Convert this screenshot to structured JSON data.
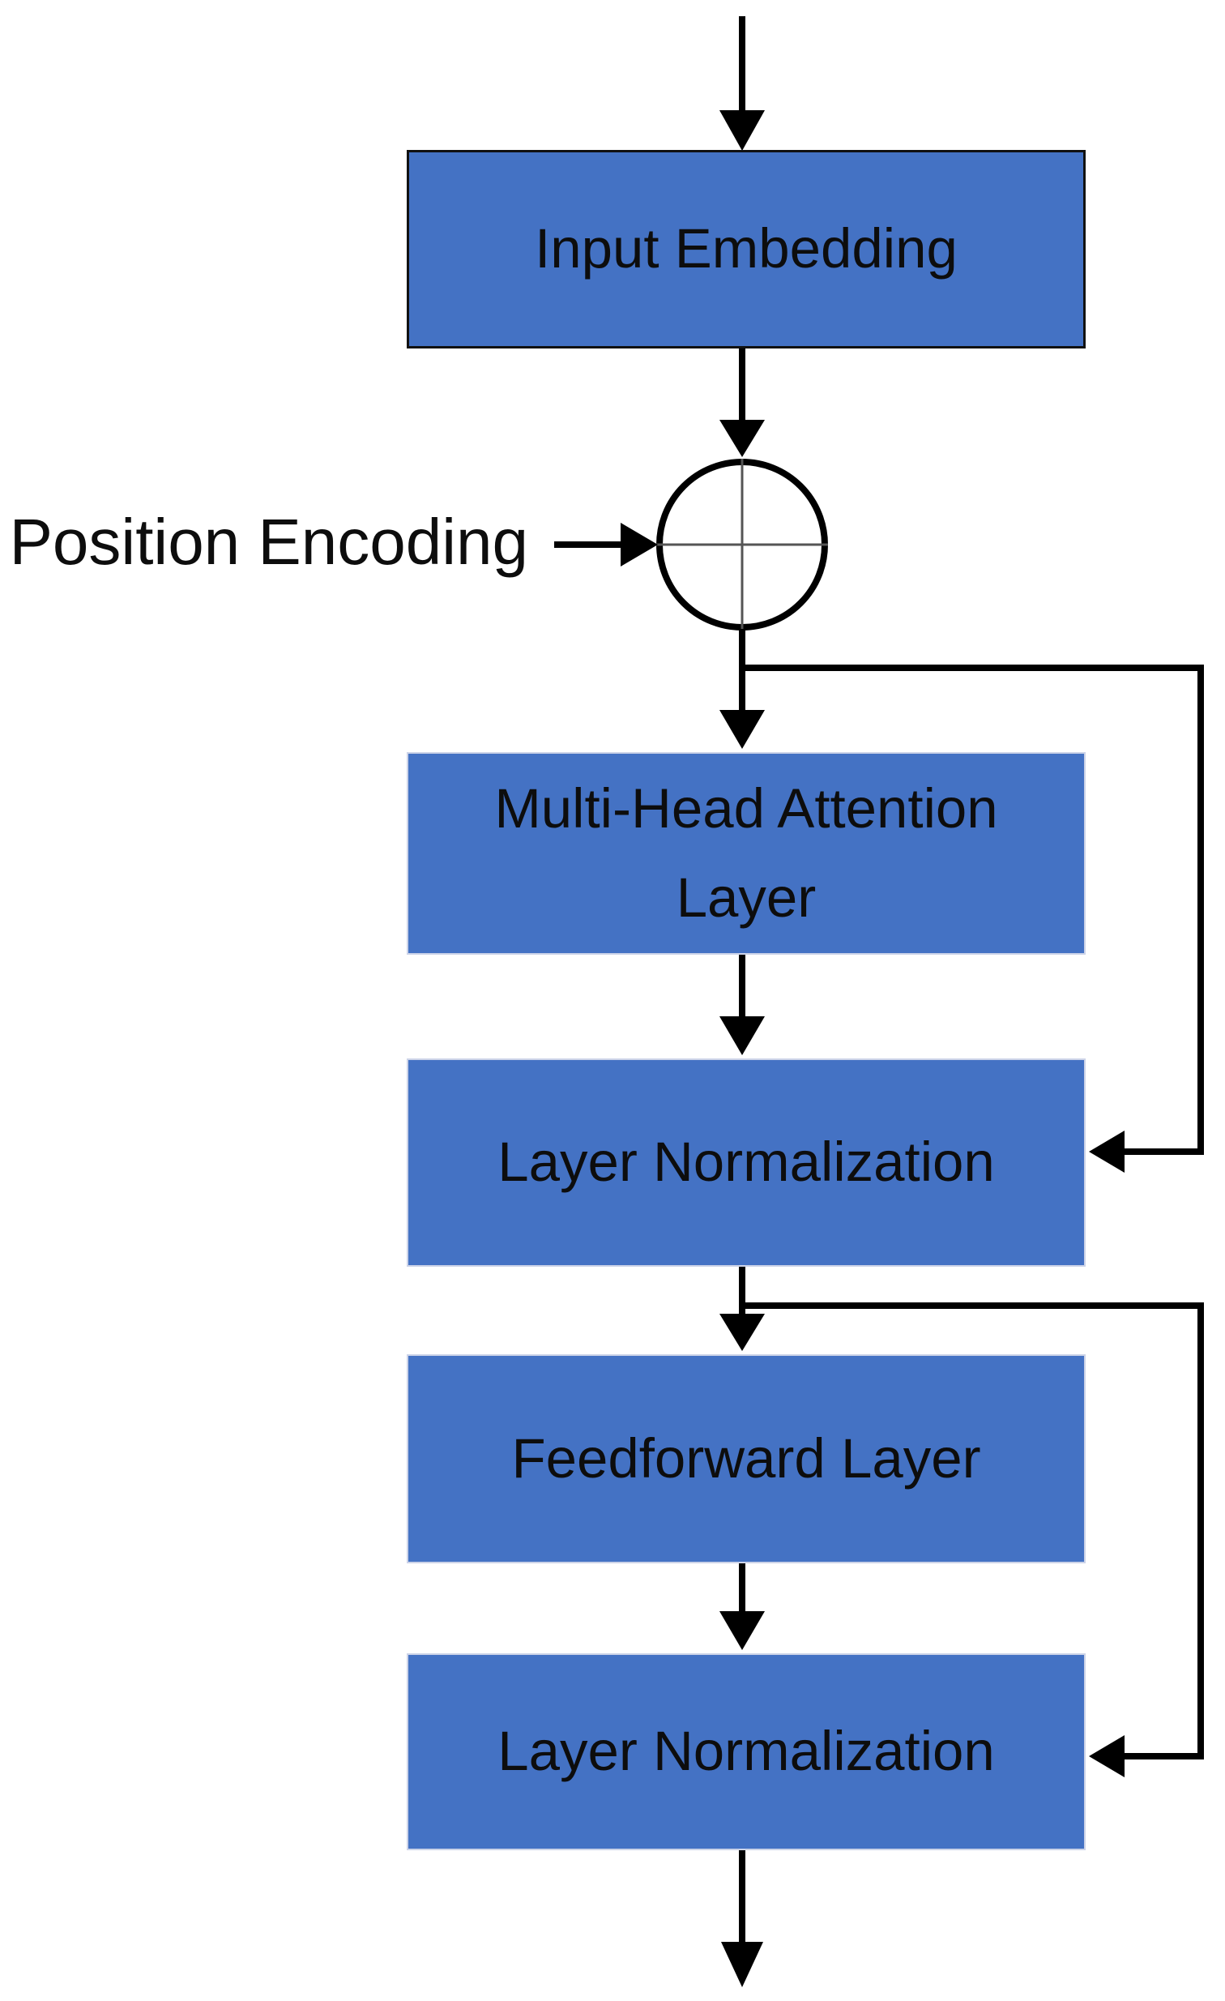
{
  "diagram": {
    "colors": {
      "node_fill": "#4472c4",
      "node_border_dark": "#111111",
      "node_border_light": "#ccd3e8",
      "line": "#000000",
      "text": "#0d0d0d",
      "background": "#ffffff"
    },
    "nodes": [
      {
        "id": "input-embedding",
        "label": "Input Embedding"
      },
      {
        "id": "multi-head-attention",
        "label": "Multi-Head Attention Layer"
      },
      {
        "id": "layer-normalization-1",
        "label": "Layer Normalization"
      },
      {
        "id": "feedforward",
        "label": "Feedforward Layer"
      },
      {
        "id": "layer-normalization-2",
        "label": "Layer Normalization"
      }
    ],
    "side_label": {
      "id": "position-encoding",
      "label": "Position Encoding"
    },
    "operator": {
      "id": "add",
      "name": "circled-plus",
      "symbol": "⊕"
    }
  }
}
